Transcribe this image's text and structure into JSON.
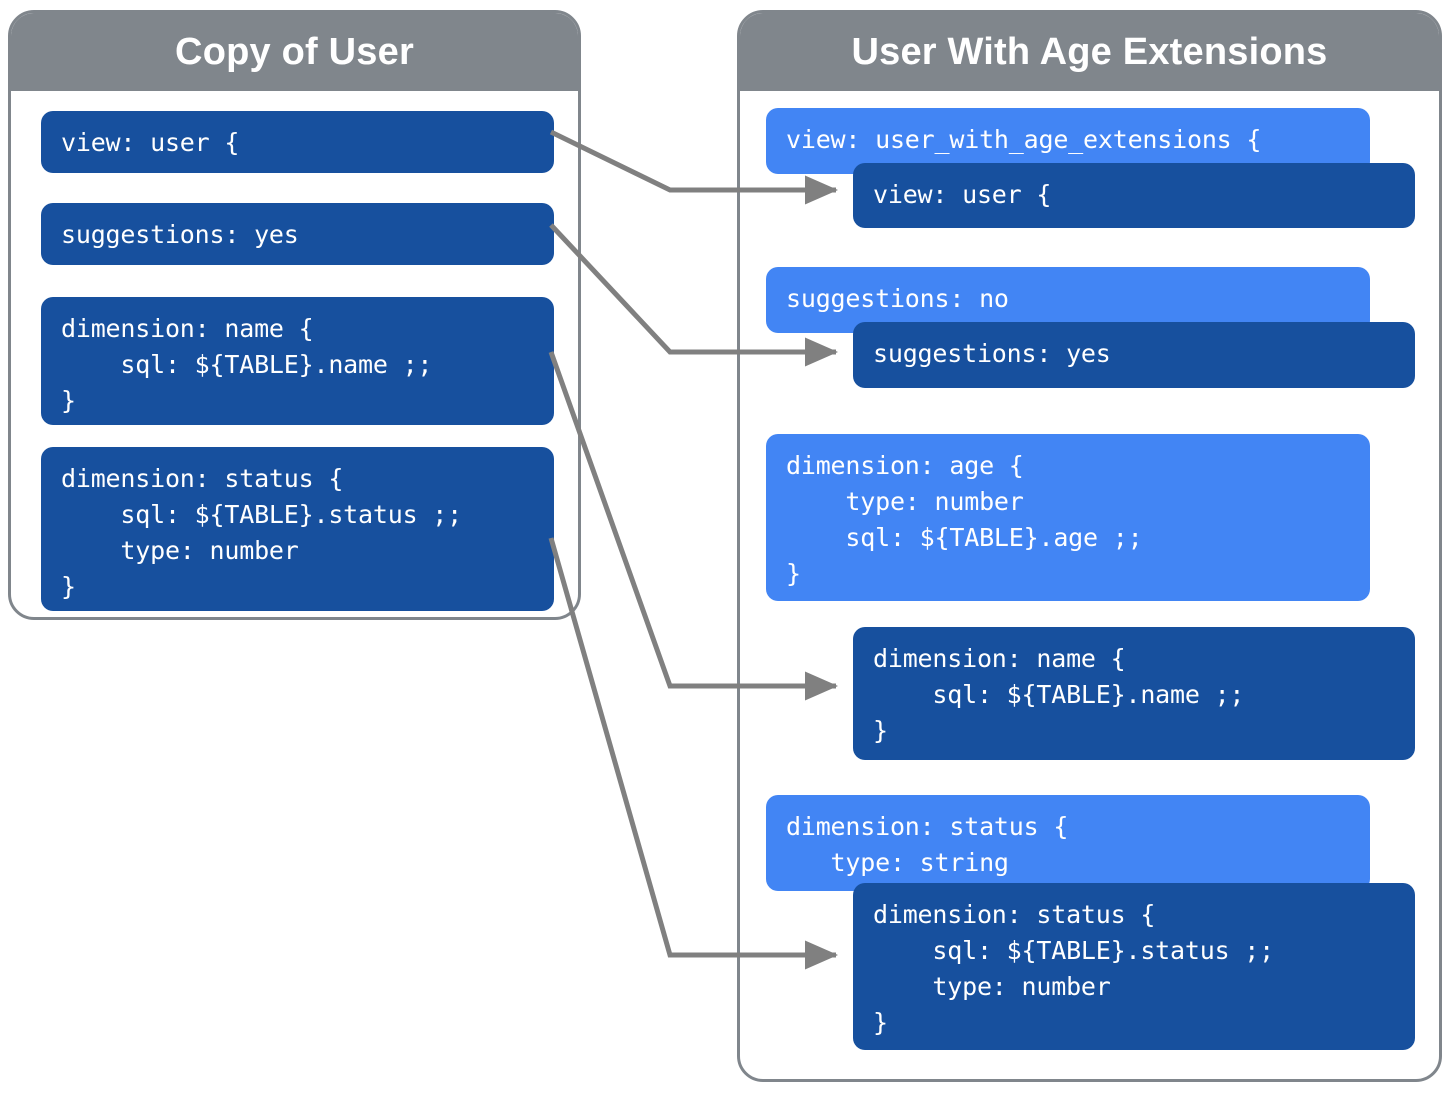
{
  "diagram": {
    "title": "Looker LookML view extension diagram",
    "colors": {
      "panel_border": "#80868c",
      "panel_header": "#80868c",
      "card_dark": "#17509e",
      "card_light": "#4285f4",
      "connector": "#808080",
      "background": "#ffffff"
    }
  },
  "left_panel": {
    "header": "Copy of User",
    "cards": [
      {
        "id": "left-view",
        "shade": "dark",
        "text": "view: user {"
      },
      {
        "id": "left-sugg",
        "shade": "dark",
        "text": "suggestions: yes"
      },
      {
        "id": "left-dim-name",
        "shade": "dark",
        "text": "dimension: name {\n    sql: ${TABLE}.name ;;\n}"
      },
      {
        "id": "left-dim-status",
        "shade": "dark",
        "text": "dimension: status {\n    sql: ${TABLE}.status ;;\n    type: number\n}"
      }
    ]
  },
  "right_panel": {
    "header": "User With Age Extensions",
    "cards": [
      {
        "id": "right-view-ext",
        "shade": "light",
        "text": "view: user_with_age_extensions {"
      },
      {
        "id": "right-view-user",
        "shade": "dark",
        "text": "view: user {"
      },
      {
        "id": "right-sugg-no",
        "shade": "light",
        "text": "suggestions: no"
      },
      {
        "id": "right-sugg-yes",
        "shade": "dark",
        "text": "suggestions: yes"
      },
      {
        "id": "right-dim-age",
        "shade": "light",
        "text": "dimension: age {\n    type: number\n    sql: ${TABLE}.age ;;\n}"
      },
      {
        "id": "right-dim-name",
        "shade": "dark",
        "text": "dimension: name {\n    sql: ${TABLE}.name ;;\n}"
      },
      {
        "id": "right-dim-status-l",
        "shade": "light",
        "text": "dimension: status {\n   type: string"
      },
      {
        "id": "right-dim-status-d",
        "shade": "dark",
        "text": "dimension: status {\n    sql: ${TABLE}.status ;;\n    type: number\n}"
      }
    ]
  },
  "connectors": [
    {
      "id": "conn-view",
      "from": "left-view",
      "to": "right-view-user"
    },
    {
      "id": "conn-suggestions",
      "from": "left-sugg",
      "to": "right-sugg-yes"
    },
    {
      "id": "conn-name",
      "from": "left-dim-name",
      "to": "right-dim-name"
    },
    {
      "id": "conn-status",
      "from": "left-dim-status",
      "to": "right-dim-status-d"
    }
  ]
}
